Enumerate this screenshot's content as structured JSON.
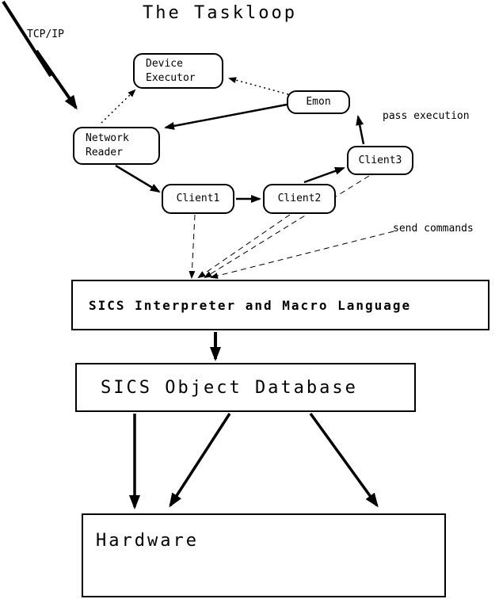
{
  "diagram": {
    "title": "The Taskloop",
    "labels": {
      "tcpip": "TCP/IP",
      "pass_execution": "pass execution",
      "send_commands": "send commands"
    },
    "nodes": {
      "device_executor": "Device\nExecutor",
      "emon": "Emon",
      "network_reader": "Network\nReader",
      "client1": "Client1",
      "client2": "Client2",
      "client3": "Client3"
    },
    "boxes": {
      "interpreter": "SICS Interpreter and Macro Language",
      "database": "SICS Object Database",
      "hardware": "Hardware"
    }
  }
}
